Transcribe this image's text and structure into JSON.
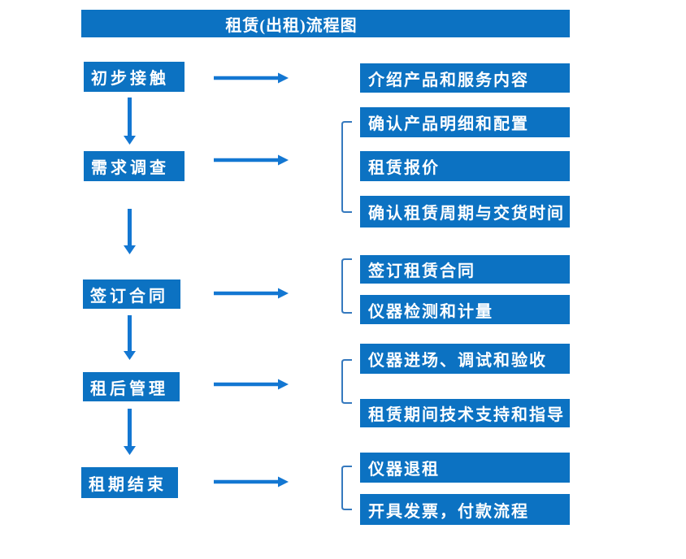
{
  "title": "租赁(出租)流程图",
  "colors": {
    "box_blue": "#0C72C2",
    "arrow_blue": "#1377D2",
    "bracket_blue": "#3579BE",
    "text_white": "#FFFFFF",
    "background": "#FFFFFF"
  },
  "groups": [
    {
      "step": "初步接触",
      "details": [
        "介绍产品和服务内容"
      ]
    },
    {
      "step": "需求调查",
      "details": [
        "确认产品明细和配置",
        "租赁报价",
        "确认租赁周期与交货时间"
      ]
    },
    {
      "step": "签订合同",
      "details": [
        "签订租赁合同",
        "仪器检测和计量"
      ]
    },
    {
      "step": "租后管理",
      "details": [
        "仪器进场、调试和验收",
        "租赁期间技术支持和指导"
      ]
    },
    {
      "step": "租期结束",
      "details": [
        "仪器退租",
        "开具发票，付款流程"
      ]
    }
  ]
}
